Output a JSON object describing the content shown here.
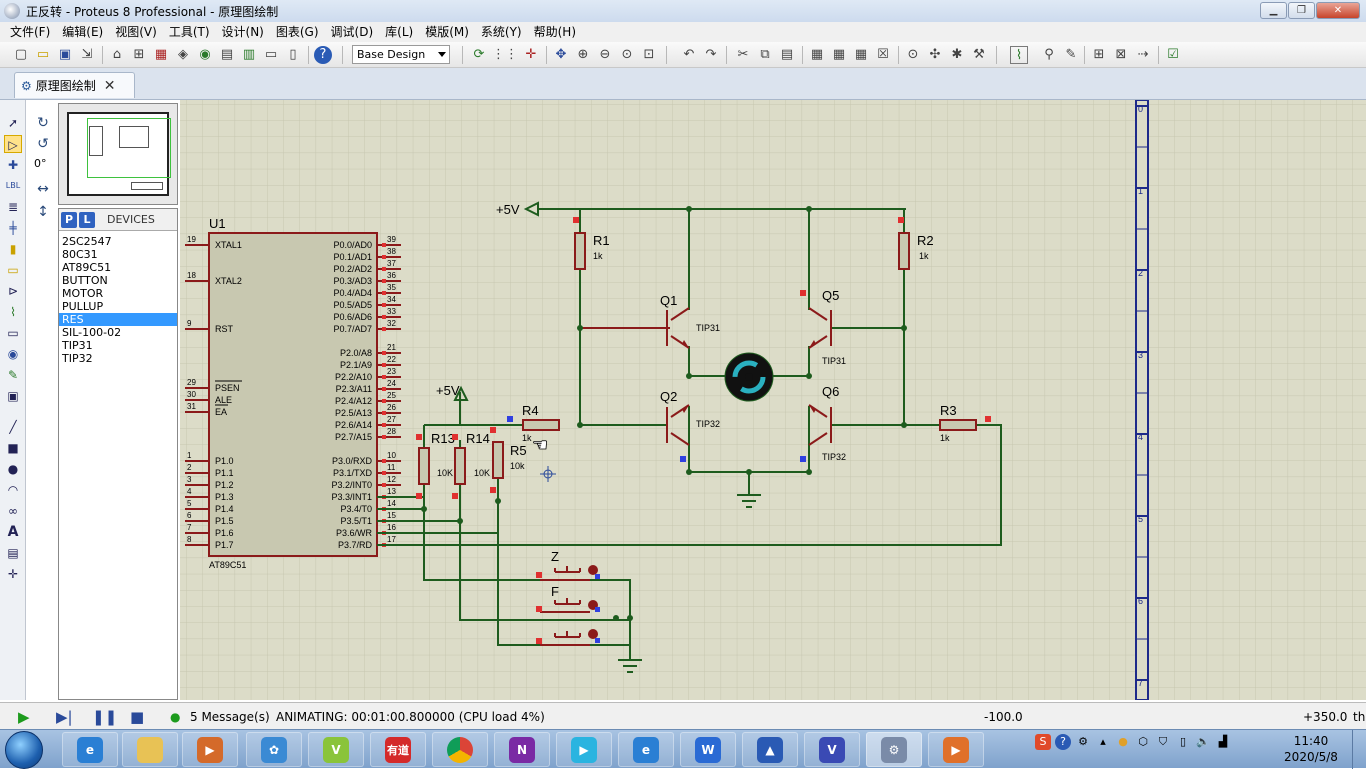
{
  "window": {
    "title": "正反转 - Proteus 8 Professional - 原理图绘制"
  },
  "menu": [
    "文件(F)",
    "编辑(E)",
    "视图(V)",
    "工具(T)",
    "设计(N)",
    "图表(G)",
    "调试(D)",
    "库(L)",
    "模版(M)",
    "系统(Y)",
    "帮助(H)"
  ],
  "toolbar": {
    "design_select": "Base Design"
  },
  "tab": {
    "label": "原理图绘制",
    "close": "✕"
  },
  "rotation": {
    "angle": "0°"
  },
  "devices": {
    "p_label": "P",
    "l_label": "L",
    "title": "DEVICES",
    "items": [
      "2SC2547",
      "80C31",
      "AT89C51",
      "BUTTON",
      "MOTOR",
      "PULLUP",
      "RES",
      "SIL-100-02",
      "TIP31",
      "TIP32"
    ],
    "selected": "RES"
  },
  "schematic": {
    "u1_ref": "U1",
    "u1_part": "AT89C51",
    "left_pins": [
      {
        "num": "19",
        "name": "XTAL1"
      },
      {
        "num": "18",
        "name": "XTAL2"
      },
      {
        "num": "9",
        "name": "RST"
      },
      {
        "num": "29",
        "name": "PSEN"
      },
      {
        "num": "30",
        "name": "ALE"
      },
      {
        "num": "31",
        "name": "EA"
      },
      {
        "num": "1",
        "name": "P1.0"
      },
      {
        "num": "2",
        "name": "P1.1"
      },
      {
        "num": "3",
        "name": "P1.2"
      },
      {
        "num": "4",
        "name": "P1.3"
      },
      {
        "num": "5",
        "name": "P1.4"
      },
      {
        "num": "6",
        "name": "P1.5"
      },
      {
        "num": "7",
        "name": "P1.6"
      },
      {
        "num": "8",
        "name": "P1.7"
      }
    ],
    "right_pins": [
      {
        "num": "39",
        "name": "P0.0/AD0"
      },
      {
        "num": "38",
        "name": "P0.1/AD1"
      },
      {
        "num": "37",
        "name": "P0.2/AD2"
      },
      {
        "num": "36",
        "name": "P0.3/AD3"
      },
      {
        "num": "35",
        "name": "P0.4/AD4"
      },
      {
        "num": "34",
        "name": "P0.5/AD5"
      },
      {
        "num": "33",
        "name": "P0.6/AD6"
      },
      {
        "num": "32",
        "name": "P0.7/AD7"
      },
      {
        "num": "21",
        "name": "P2.0/A8"
      },
      {
        "num": "22",
        "name": "P2.1/A9"
      },
      {
        "num": "23",
        "name": "P2.2/A10"
      },
      {
        "num": "24",
        "name": "P2.3/A11"
      },
      {
        "num": "25",
        "name": "P2.4/A12"
      },
      {
        "num": "26",
        "name": "P2.5/A13"
      },
      {
        "num": "27",
        "name": "P2.6/A14"
      },
      {
        "num": "28",
        "name": "P2.7/A15"
      },
      {
        "num": "10",
        "name": "P3.0/RXD"
      },
      {
        "num": "11",
        "name": "P3.1/TXD"
      },
      {
        "num": "12",
        "name": "P3.2/INT0"
      },
      {
        "num": "13",
        "name": "P3.3/INT1"
      },
      {
        "num": "14",
        "name": "P3.4/T0"
      },
      {
        "num": "15",
        "name": "P3.5/T1"
      },
      {
        "num": "16",
        "name": "P3.6/WR"
      },
      {
        "num": "17",
        "name": "P3.7/RD"
      }
    ],
    "vcc_top": "+5V",
    "vcc_left": "+5V",
    "resistors": [
      {
        "ref": "R1",
        "val": "1k"
      },
      {
        "ref": "R2",
        "val": "1k"
      },
      {
        "ref": "R3",
        "val": "1k"
      },
      {
        "ref": "R4",
        "val": "1k"
      },
      {
        "ref": "R13",
        "val": "10K"
      },
      {
        "ref": "R14",
        "val": "10K"
      },
      {
        "ref": "R5",
        "val": "10k"
      }
    ],
    "transistors": [
      {
        "ref": "Q1",
        "part": "TIP31"
      },
      {
        "ref": "Q2",
        "part": "TIP32"
      },
      {
        "ref": "Q5",
        "part": "TIP31"
      },
      {
        "ref": "Q6",
        "part": "TIP32"
      }
    ],
    "buttons": [
      "Z",
      "F"
    ],
    "ruler_marks": [
      "0",
      "1",
      "2",
      "3",
      "4",
      "5",
      "6",
      "7"
    ]
  },
  "status": {
    "messages": "5 Message(s)",
    "animating": "ANIMATING: 00:01:00.800000 (CPU load 4%)",
    "coord_x": "-100.0",
    "coord_y": "+350.0",
    "units": "th"
  },
  "taskbar": {
    "youdao": "有道",
    "clock_time": "11:40",
    "clock_date": "2020/5/8"
  },
  "colors": {
    "wire": "#1e5c1e",
    "component": "#8b1a1a",
    "canvas_bg": "#dcdcc8",
    "grid": "#c6c6b0"
  }
}
